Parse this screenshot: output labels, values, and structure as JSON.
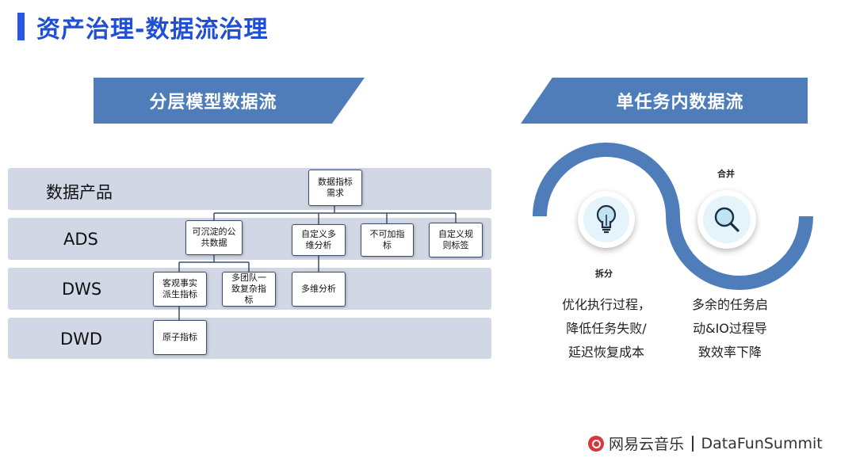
{
  "title": "资产治理-数据流治理",
  "banners": {
    "left": "分层模型数据流",
    "right": "单任务内数据流"
  },
  "layers": [
    "数据产品",
    "ADS",
    "DWS",
    "DWD"
  ],
  "nodes": {
    "req": "数据指标需求",
    "ads1": "可沉淀的公共数据",
    "ads2": "自定义多维分析",
    "ads3": "不可加指标",
    "ads4": "自定义规则标签",
    "dws1": "客观事实派生指标",
    "dws2": "多团队一致复杂指标",
    "dws3": "多维分析",
    "dwd1": "原子指标"
  },
  "flow": {
    "split_label": "拆分",
    "merge_label": "合并",
    "split_desc": [
      "优化执行过程，",
      "降低任务失败/",
      "延迟恢复成本"
    ],
    "merge_desc": [
      "多余的任务启",
      "动&IO过程导",
      "致效率下降"
    ],
    "split_icon": "lightbulb-icon",
    "merge_icon": "magnifier-icon"
  },
  "footer": {
    "brand": "网易云音乐",
    "event": "DataFunSummit"
  },
  "colors": {
    "accent": "#1f4fd6",
    "banner": "#4f7db9",
    "band": "#d1d7e5",
    "wave": "#4f7db9"
  }
}
